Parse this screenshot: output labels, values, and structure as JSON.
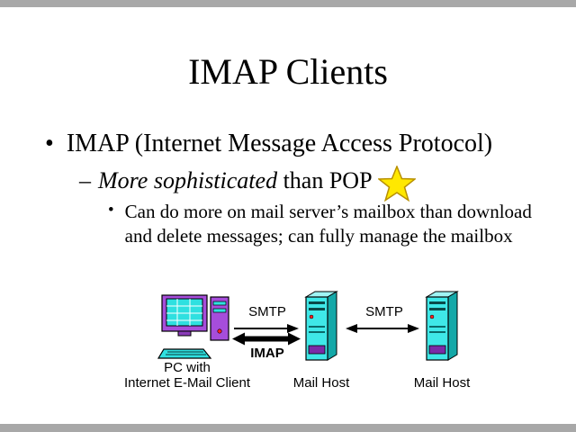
{
  "slide": {
    "title": "IMAP Clients",
    "bullet1": {
      "char": "•",
      "text": "IMAP (Internet Message Access Protocol)"
    },
    "bullet2": {
      "dash": "–",
      "italic": "More sophisticated",
      "rest": " than POP"
    },
    "bullet3": {
      "char": "•",
      "text": "Can do more on mail server’s mailbox than download and delete messages; can fully manage the mailbox"
    }
  },
  "diagram": {
    "smtp_left_label": "SMTP",
    "imap_label": "IMAP",
    "smtp_right_label": "SMTP",
    "pc_label_line1": "PC with",
    "pc_label_line2": "Internet E-Mail Client",
    "mail_host_left_label": "Mail Host",
    "mail_host_right_label": "Mail Host"
  },
  "colors": {
    "star_fill": "#ffe800",
    "star_outline": "#b89000",
    "server_front": "#3fe8e8",
    "server_side": "#14a8a8",
    "server_top": "#9ff4f4",
    "pc_purple": "#a64ddb",
    "pc_screen": "#2fe0e0",
    "arrow_black": "#000000"
  }
}
